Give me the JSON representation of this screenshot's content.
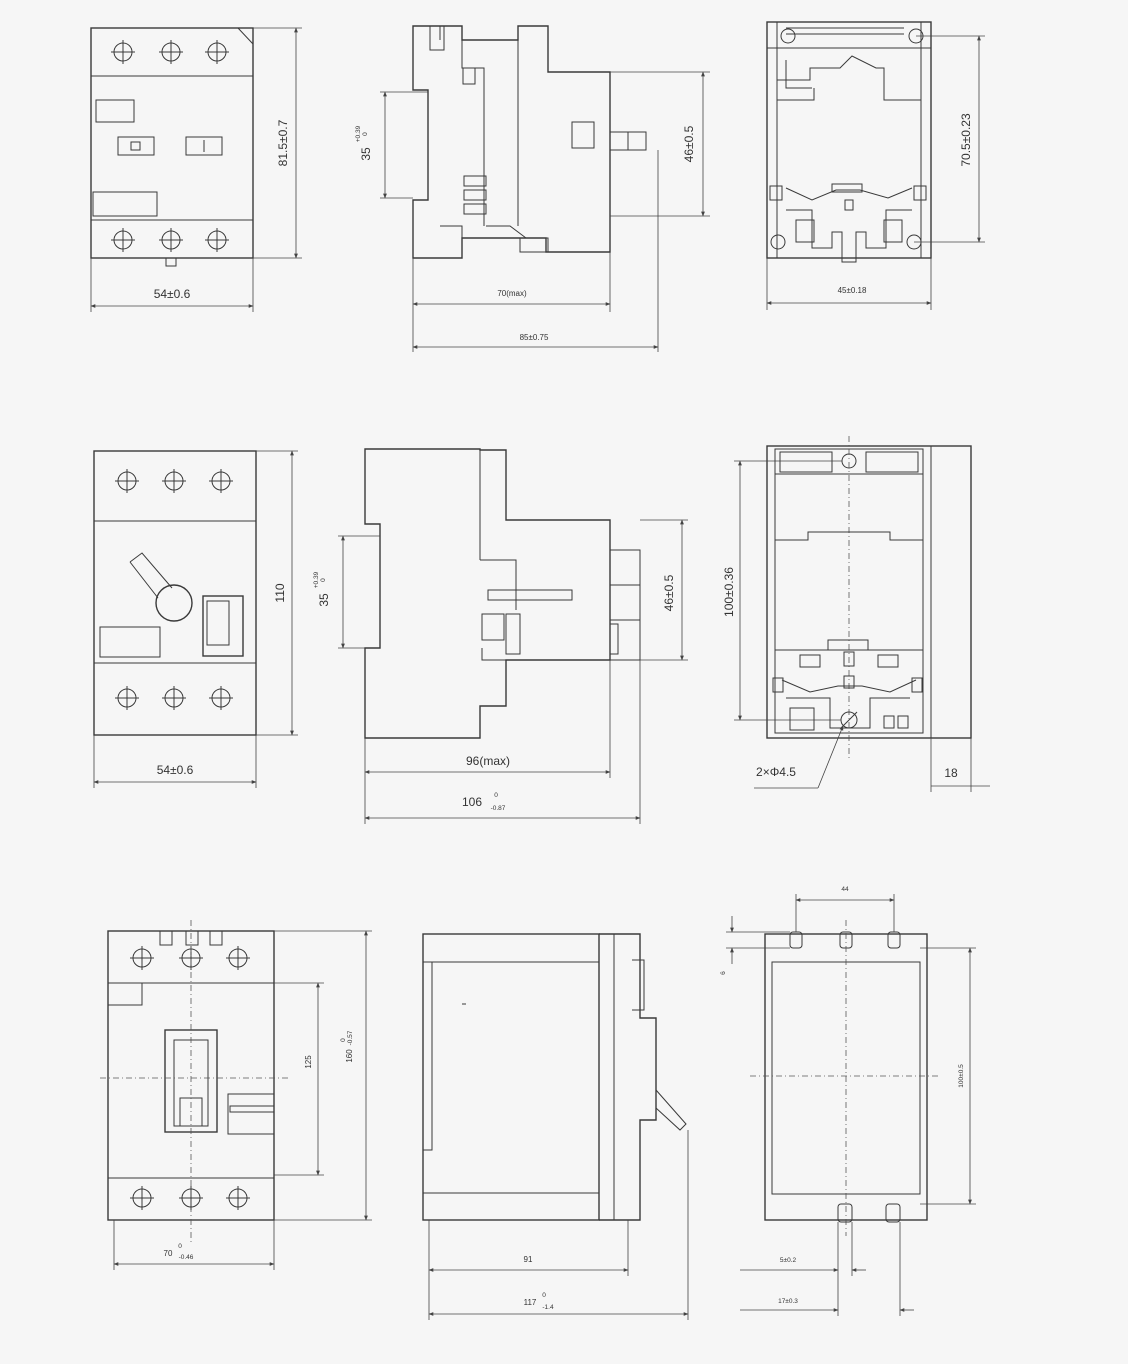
{
  "views": {
    "row1": {
      "front": {
        "height": "81.5±0.7",
        "width": "54±0.6"
      },
      "side": {
        "rail_base": "35",
        "rail_tol_up": "+0.39",
        "rail_tol_low": "0",
        "right_height": "46±0.5",
        "inner_width": "70(max)",
        "overall_width": "85±0.75"
      },
      "back": {
        "height": "70.5±0.23",
        "width": "45±0.18"
      }
    },
    "row2": {
      "front": {
        "height": "110",
        "width": "54±0.6"
      },
      "side": {
        "rail_base": "35",
        "rail_tol_up": "+0.39",
        "rail_tol_low": "0",
        "right_height": "46±0.5",
        "inner_width": "96(max)",
        "overall_base": "106",
        "overall_tol_up": "0",
        "overall_tol_low": "-0.87"
      },
      "back": {
        "height": "100±0.36",
        "hole": "2×Φ4.5",
        "depth": "18"
      }
    },
    "row3": {
      "front": {
        "inner_height": "125",
        "height_base": "160",
        "height_tol_up": "0",
        "height_tol_low": "-0.57",
        "width_base": "70",
        "width_tol_up": "0",
        "width_tol_low": "-0.46"
      },
      "side": {
        "inner_width": "91",
        "overall_base": "117",
        "overall_tol_up": "0",
        "overall_tol_low": "-1.4"
      },
      "back": {
        "top_spacing": "44",
        "slot": "6",
        "height": "100±0.5",
        "pin_spacing": "5±0.2",
        "pin_outer": "17±0.3"
      }
    }
  }
}
